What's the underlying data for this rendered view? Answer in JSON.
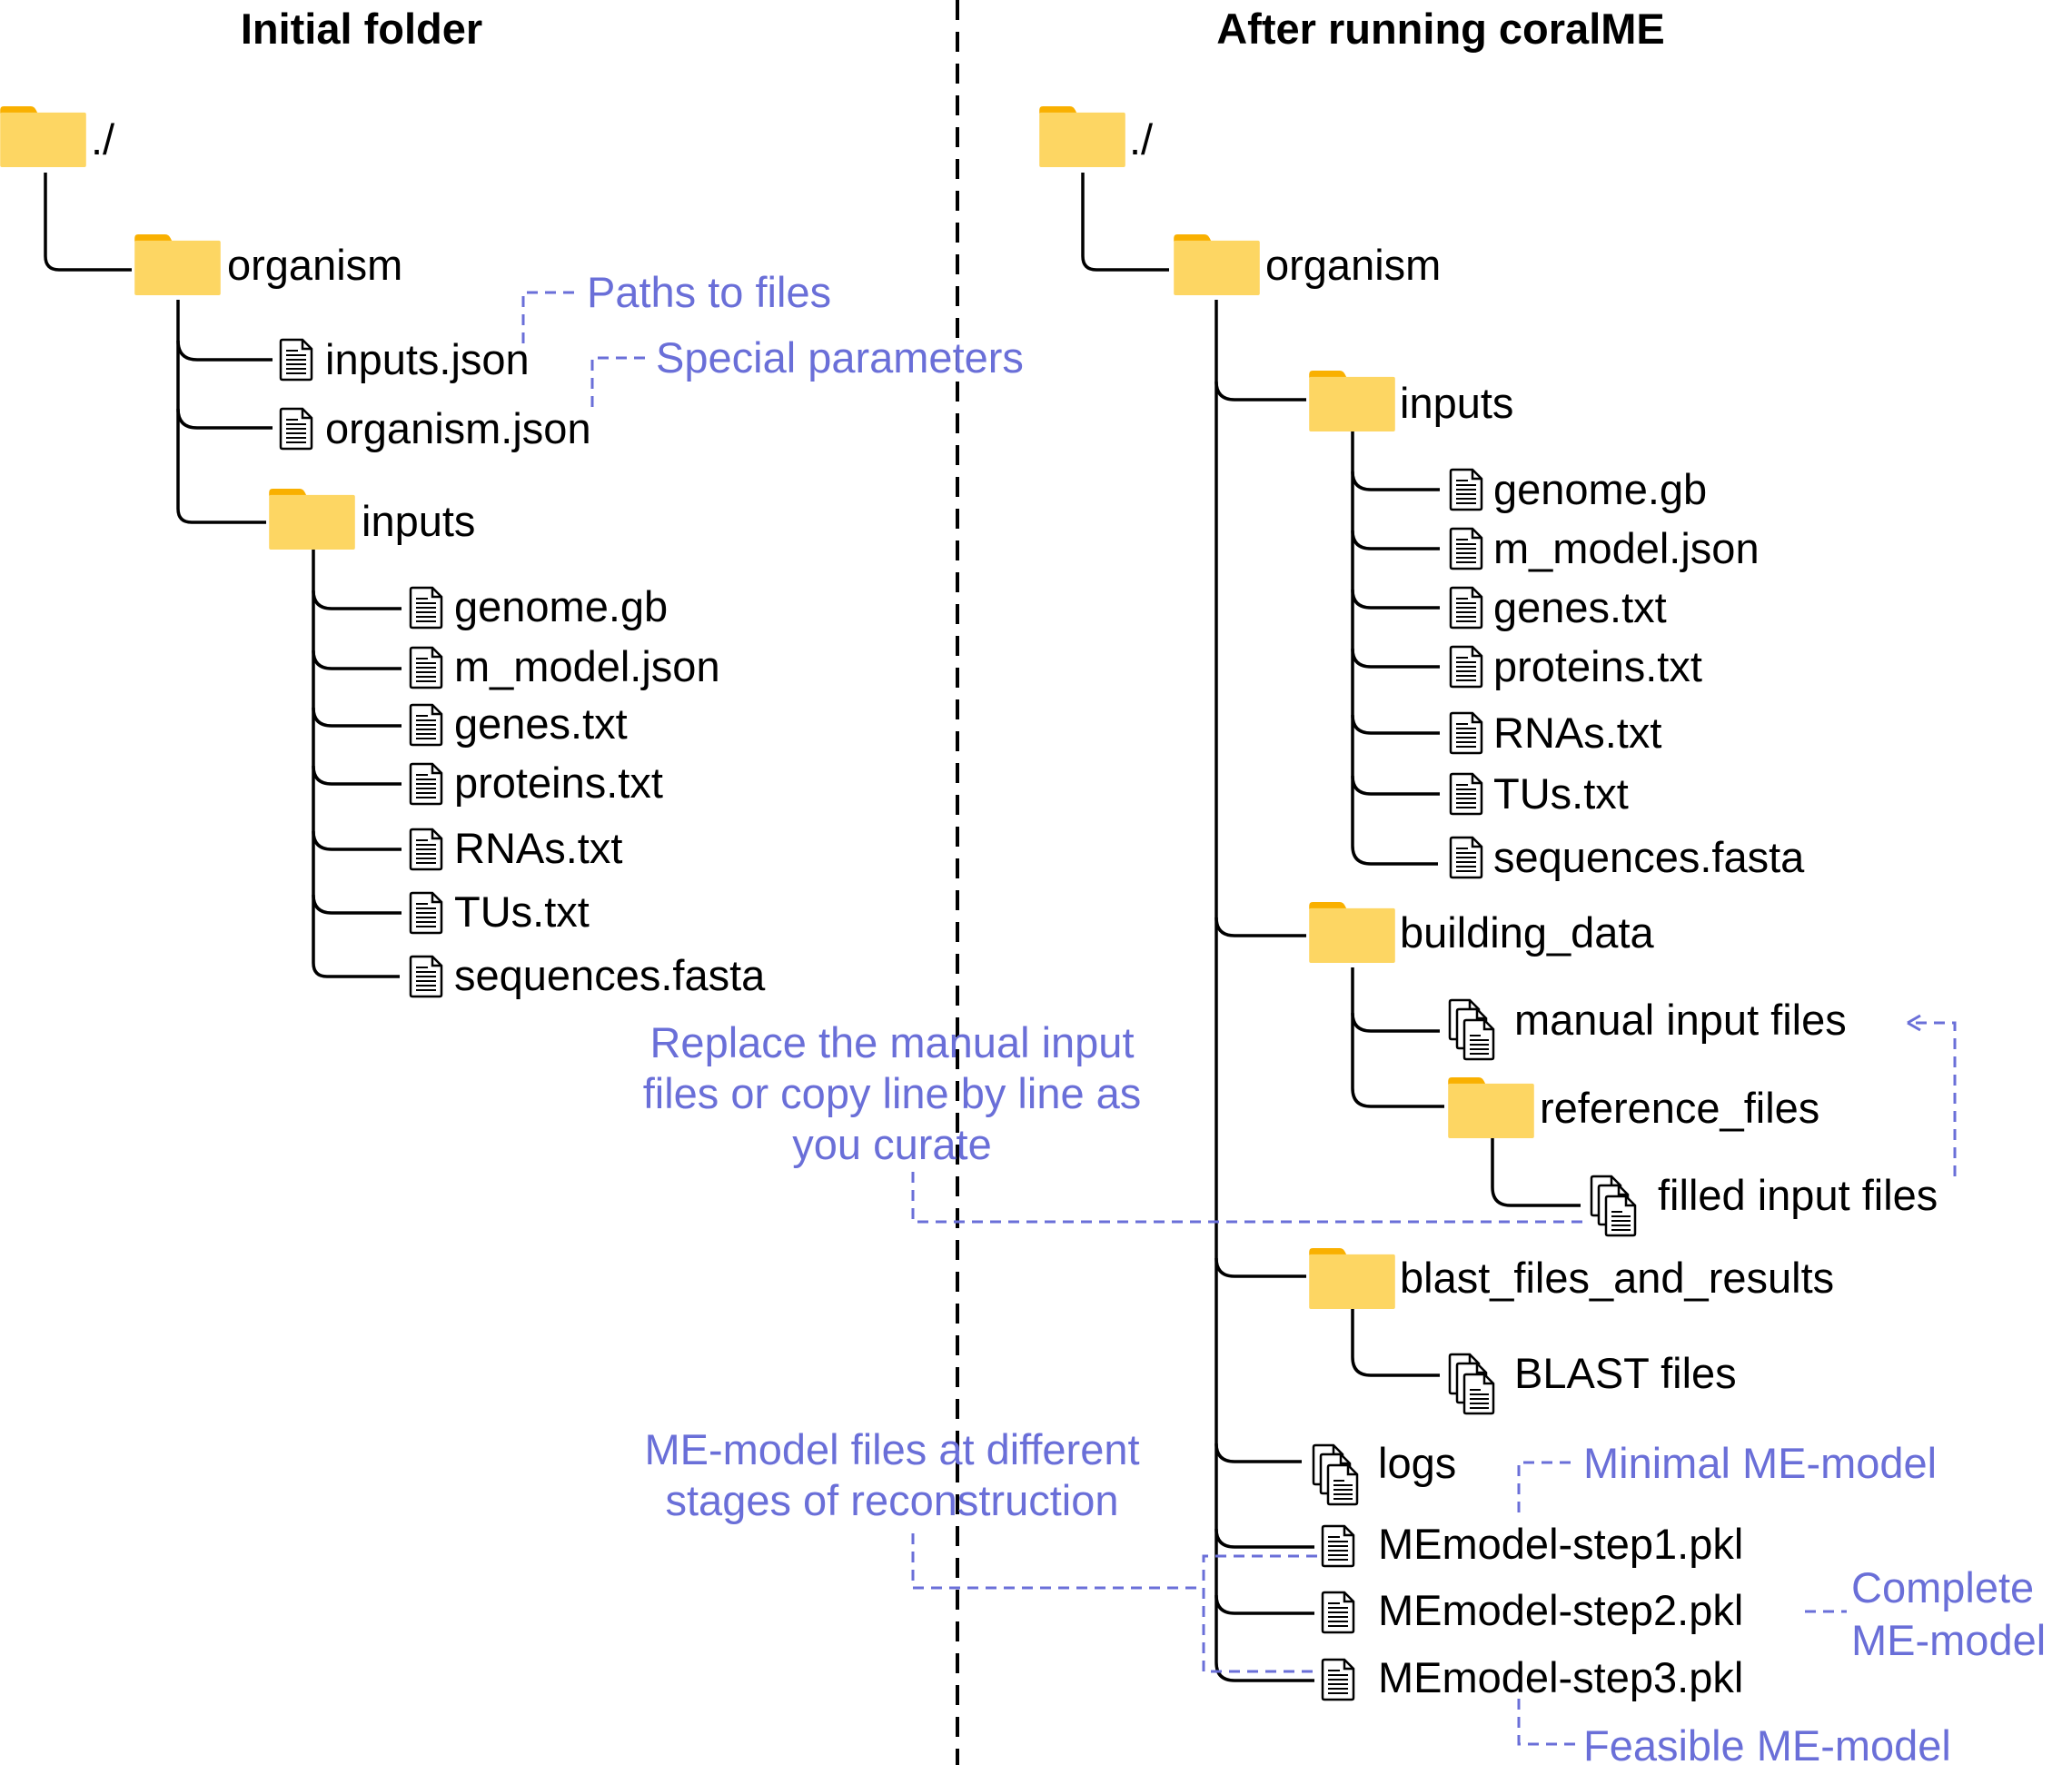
{
  "headers": {
    "left": "Initial folder",
    "right": "After running coralME"
  },
  "left_tree": {
    "root": "./",
    "organism": "organism",
    "inputs_json": "inputs.json",
    "organism_json": "organism.json",
    "inputs": "inputs",
    "files": [
      "genome.gb",
      "m_model.json",
      "genes.txt",
      "proteins.txt",
      "RNAs.txt",
      "TUs.txt",
      "sequences.fasta"
    ]
  },
  "right_tree": {
    "root": "./",
    "organism": "organism",
    "inputs": "inputs",
    "files": [
      "genome.gb",
      "m_model.json",
      "genes.txt",
      "proteins.txt",
      "RNAs.txt",
      "TUs.txt",
      "sequences.fasta"
    ],
    "building_data": "building_data",
    "manual_input_files": "manual input files",
    "reference_files": "reference_files",
    "filled_input_files": "filled input files",
    "blast_folder": "blast_files_and_results",
    "blast_files": "BLAST files",
    "logs": "logs",
    "step1": "MEmodel-step1.pkl",
    "step2": "MEmodel-step2.pkl",
    "step3": "MEmodel-step3.pkl"
  },
  "annotations": {
    "paths": "Paths to files",
    "special": "Special parameters",
    "replace": [
      "Replace the manual input",
      "files or copy line by line as",
      "you curate"
    ],
    "me_files": [
      "ME-model files at different",
      "stages of reconstruction"
    ],
    "minimal": "Minimal ME-model",
    "complete": [
      "Complete",
      "ME-model"
    ],
    "feasible": "Feasible ME-model"
  },
  "colors": {
    "folder": "#fdd663",
    "folder_tab": "#f9b000",
    "annotation": "#6a6fd8"
  }
}
